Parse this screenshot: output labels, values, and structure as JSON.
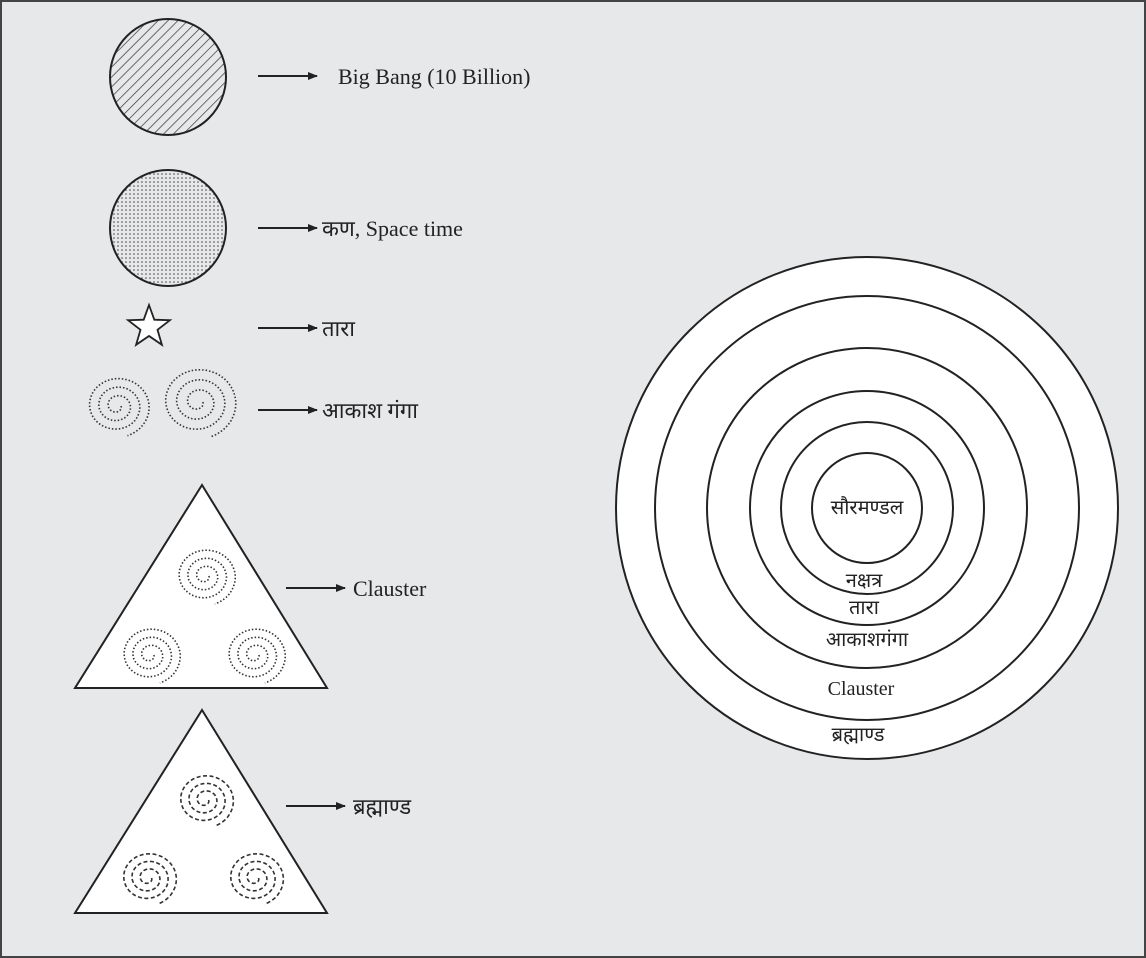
{
  "legend_items": [
    {
      "shape": "hatched-circle",
      "label": "Big Bang (10 Billion)"
    },
    {
      "shape": "dotted-circle",
      "label": "कण, Space time"
    },
    {
      "shape": "star",
      "label": "तारा"
    },
    {
      "shape": "galaxy-pair",
      "label": "आकाश  गंगा"
    },
    {
      "shape": "triangle-dotted-galaxies",
      "label": "Clauster"
    },
    {
      "shape": "triangle-dashed-galaxies",
      "label": "ब्रह्माण्ड"
    }
  ],
  "rings": {
    "center_label": "सौरमण्डल",
    "ring_labels": [
      "नक्षत्र",
      "तारा",
      "आकाशगंगा",
      "Clauster",
      "ब्रह्माण्ड"
    ]
  },
  "colors": {
    "background": "#e7e8ea",
    "ink": "#222222",
    "fill": "#ffffff"
  }
}
